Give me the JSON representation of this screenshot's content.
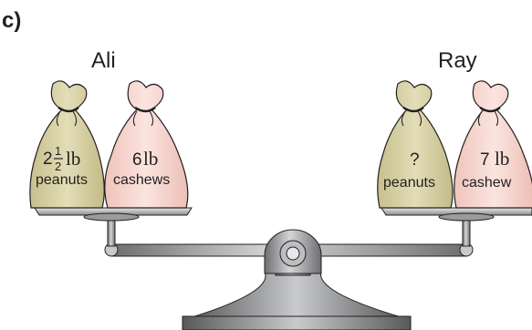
{
  "part_label": "c)",
  "left_pan": {
    "person": "Ali",
    "bags": [
      {
        "contents": "peanuts",
        "amount_whole": "2",
        "amount_numerator": "1",
        "amount_denominator": "2",
        "unit": "lb",
        "color": "#d6cfa3"
      },
      {
        "contents": "cashews",
        "amount": "6",
        "unit": "lb",
        "color": "#f6d5cf"
      }
    ]
  },
  "right_pan": {
    "person": "Ray",
    "bags": [
      {
        "contents": "peanuts",
        "amount": "?",
        "unit": "",
        "color": "#d6cfa3"
      },
      {
        "contents": "cashew",
        "amount": "7",
        "unit": "lb",
        "color": "#f6d5cf"
      }
    ]
  },
  "colors": {
    "scale_metal": "#9a9b9d",
    "scale_dark": "#5e5f61",
    "peanut_bag": "#d6cfa3",
    "cashew_bag": "#f6d5cf"
  }
}
